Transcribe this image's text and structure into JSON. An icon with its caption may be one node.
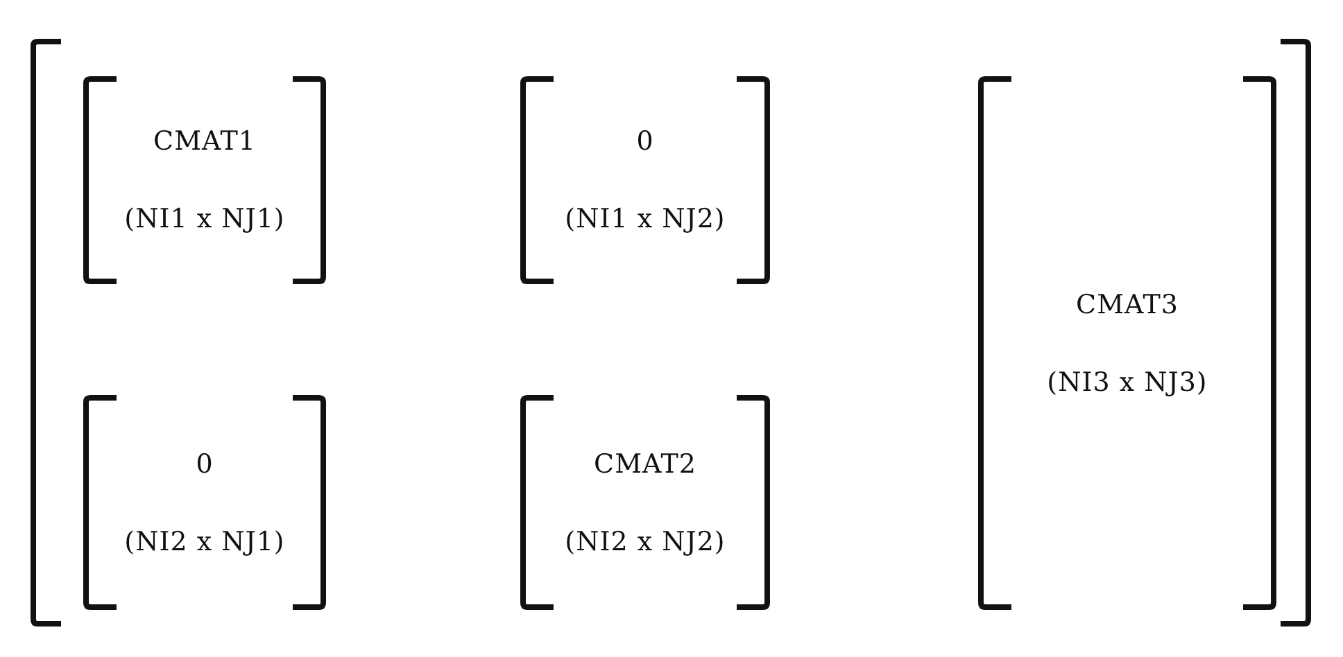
{
  "diagram": {
    "nodes": [
      {
        "text": [],
        "shape": "bracket"
      },
      {
        "text": [
          "CMAT1",
          "(NI1 x NJ1)"
        ],
        "in": 0
      },
      {
        "text": [
          "0",
          "(NI1 x NJ2)"
        ],
        "in": 0
      },
      {
        "text": [
          "CMAT3",
          "(NI3 x NJ3)"
        ],
        "in": 0
      },
      {
        "text": [
          "0",
          "(NI2 x NJ1)"
        ],
        "in": 0
      },
      {
        "text": [
          "CMAT2",
          "(NI2 x NJ2)"
        ],
        "in": 0
      }
    ]
  }
}
